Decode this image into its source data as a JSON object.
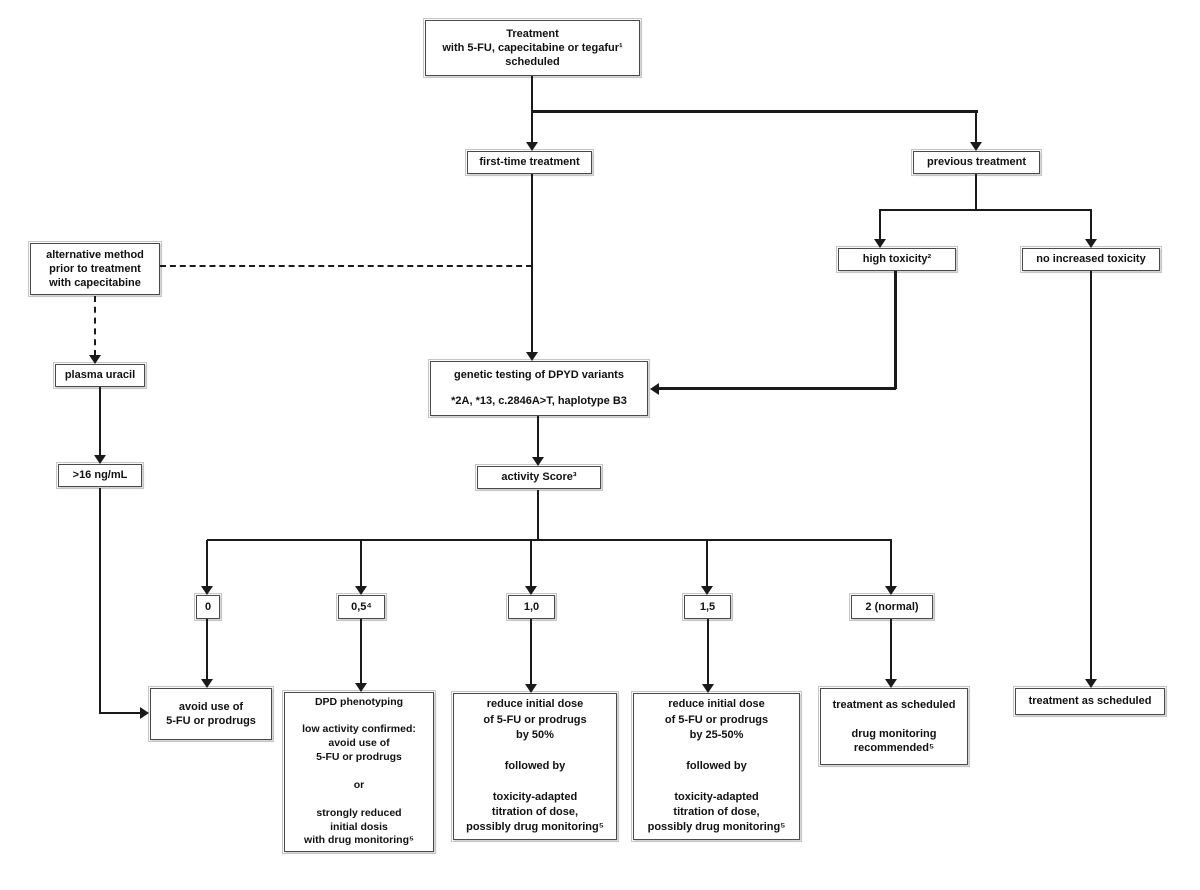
{
  "diagram": {
    "type": "flowchart",
    "topic": "DPYD genotype-guided dosing of fluoropyrimidines (5-FU, capecitabine, tegafur)"
  },
  "nodes": {
    "treatment": {
      "text": "Treatment\nwith 5-FU, capecitabine or tegafur¹\nscheduled"
    },
    "first_time": {
      "text": "first-time treatment"
    },
    "previous": {
      "text": "previous treatment"
    },
    "high_toxicity": {
      "text": "high toxicity²"
    },
    "no_increased_toxicity": {
      "text": "no increased toxicity"
    },
    "alternative_method": {
      "text": "alternative method\nprior to treatment\nwith capecitabine"
    },
    "plasma_uracil": {
      "text": "plasma uracil"
    },
    "uracil_threshold": {
      "text": ">16 ng/mL"
    },
    "genetic_testing": {
      "text": "genetic testing of DPYD variants\n\n*2A, *13, c.2846A>T, haplotype B3"
    },
    "activity_score": {
      "text": "activity Score³"
    },
    "score_0": {
      "text": "0"
    },
    "score_05": {
      "text": "0,5⁴"
    },
    "score_10": {
      "text": "1,0"
    },
    "score_15": {
      "text": "1,5"
    },
    "score_2_normal": {
      "text": "2 (normal)"
    },
    "avoid_use": {
      "text": "avoid use of\n5-FU or prodrugs"
    },
    "dpd_phenotyping": {
      "text": "DPD phenotyping\n\nlow activity confirmed:\navoid use of\n5-FU or prodrugs\n\nor\n\nstrongly reduced\ninitial dosis\nwith drug monitoring⁵"
    },
    "reduce_dose_50": {
      "text": "reduce initial dose\nof 5-FU or prodrugs\nby  50%\n\nfollowed by\n\ntoxicity-adapted\ntitration of dose,\npossibly drug monitoring⁵"
    },
    "reduce_dose_25_50": {
      "text": "reduce initial dose\nof 5-FU or prodrugs\nby  25-50%\n\nfollowed by\n\ntoxicity-adapted\ntitration of dose,\npossibly drug monitoring⁵"
    },
    "scheduled_with_monitoring": {
      "text": "treatment as scheduled\n\ndrug monitoring\nrecommended⁵"
    },
    "scheduled": {
      "text": "treatment as scheduled"
    }
  },
  "colors": {
    "line": "#1a1a1a",
    "box_border": "#4a4a4a",
    "box_background": "#ffffff",
    "text": "#111111"
  }
}
